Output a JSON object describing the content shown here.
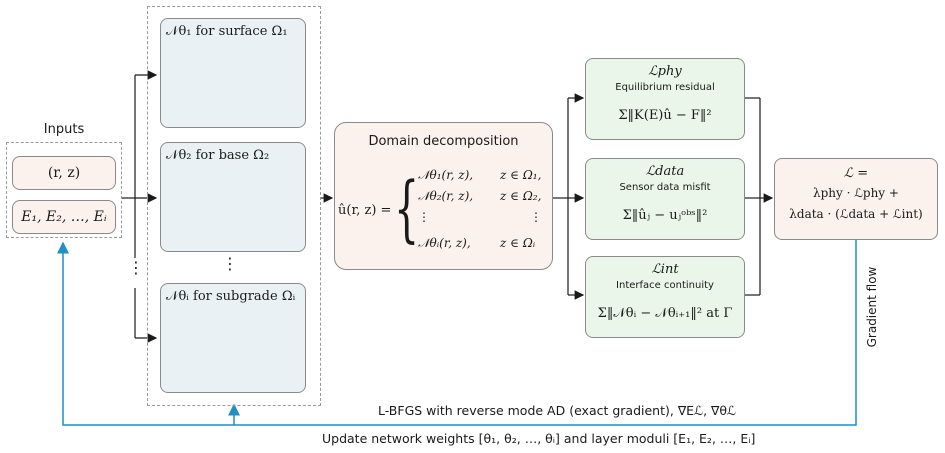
{
  "inputs": {
    "title": "Inputs",
    "coords": "(r, z)",
    "moduli": "E₁, E₂, …, Eᵢ"
  },
  "networks": [
    {
      "label": "𝒩θ₁ for surface Ω₁"
    },
    {
      "label": "𝒩θ₂ for base Ω₂"
    },
    {
      "label": "𝒩θᵢ for subgrade Ωᵢ"
    }
  ],
  "ellipsis": "⋮",
  "domain": {
    "title": "Domain decomposition",
    "lhs": "û(r, z) =",
    "cases": [
      {
        "net": "𝒩θ₁(r, z),",
        "cond": "z ∈ Ω₁,"
      },
      {
        "net": "𝒩θ₂(r, z),",
        "cond": "z ∈ Ω₂,"
      },
      {
        "net": "⋮",
        "cond": "⋮"
      },
      {
        "net": "𝒩θᵢ(r, z),",
        "cond": "z ∈ Ωᵢ"
      }
    ]
  },
  "losses": [
    {
      "symbol": "ℒphy",
      "desc": "Equilibrium residual",
      "formula": "Σ‖K(E)û − F‖²"
    },
    {
      "symbol": "ℒdata",
      "desc": "Sensor data misfit",
      "formula": "Σ‖ûⱼ − uⱼᵒᵇˢ‖²"
    },
    {
      "symbol": "ℒint",
      "desc": "Interface continuity",
      "formula": "Σ‖𝒩θᵢ − 𝒩θᵢ₊₁‖² at Γ"
    }
  ],
  "total": {
    "line1": "ℒ =",
    "line2": "λphy · ℒphy +",
    "line3": "λdata · (ℒdata + ℒint)"
  },
  "gradient_flow": "Gradient flow",
  "optimizer": "L-BFGS with reverse mode AD (exact gradient), ∇Eℒ, ∇θℒ",
  "update": "Update network weights [θ₁, θ₂, …, θᵢ] and layer moduli [E₁, E₂, …, Eᵢ]"
}
